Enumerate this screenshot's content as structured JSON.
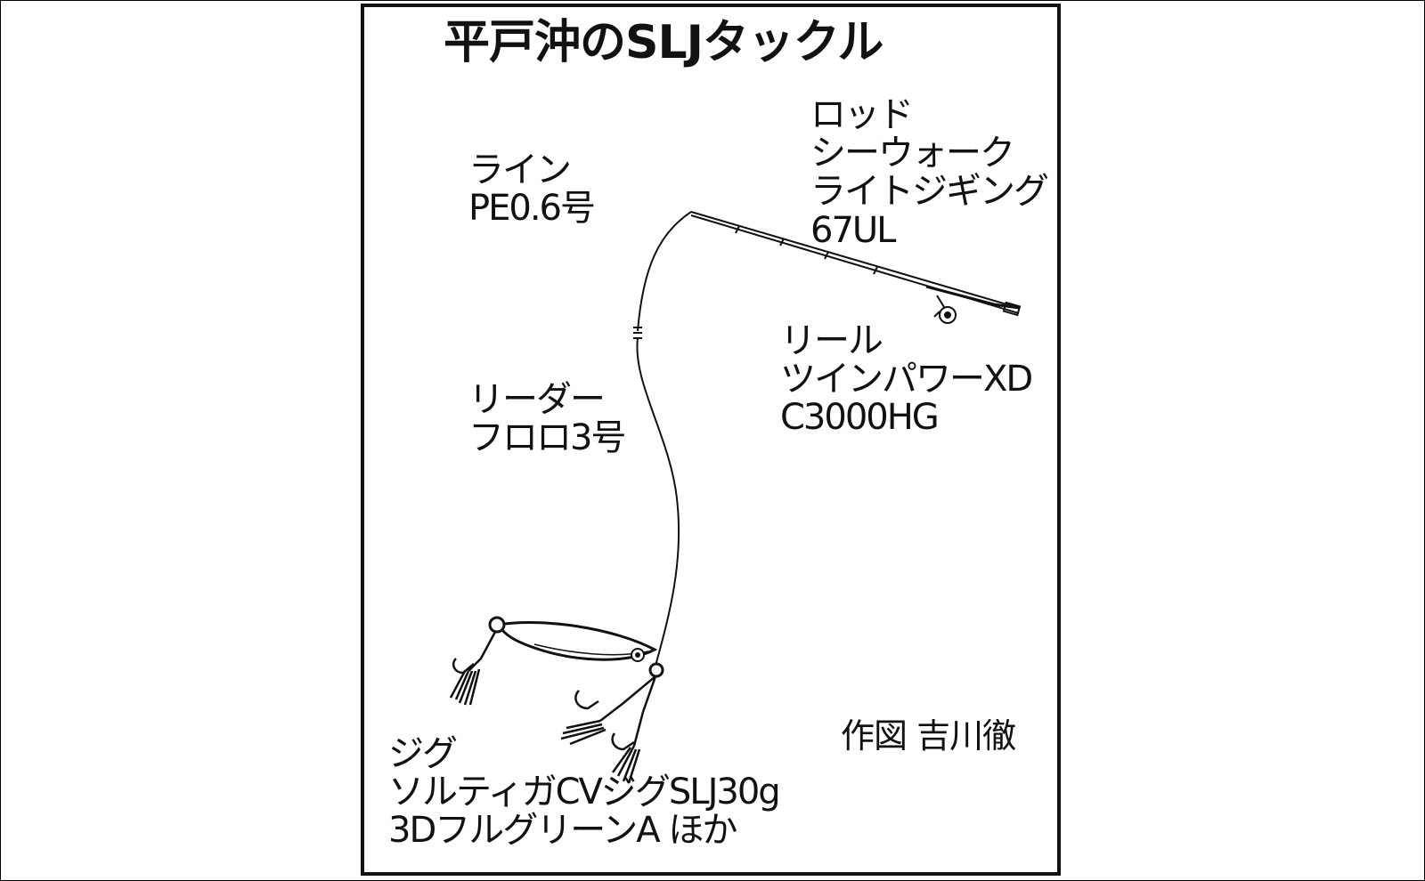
{
  "title": "平戸沖のSLJタックル",
  "labels": {
    "rod": [
      "ロッド",
      "シーウォーク",
      "ライトジギング",
      "67UL"
    ],
    "line": [
      "ライン",
      "PE0.6号"
    ],
    "reel": [
      "リール",
      "ツインパワーXD",
      "C3000HG"
    ],
    "leader": [
      "リーダー",
      "フロロ3号"
    ],
    "jig": [
      "ジグ",
      "ソルティガCVジグSLJ30g",
      "3DフルグリーンA ほか"
    ]
  },
  "credit": "作図 吉川徹"
}
